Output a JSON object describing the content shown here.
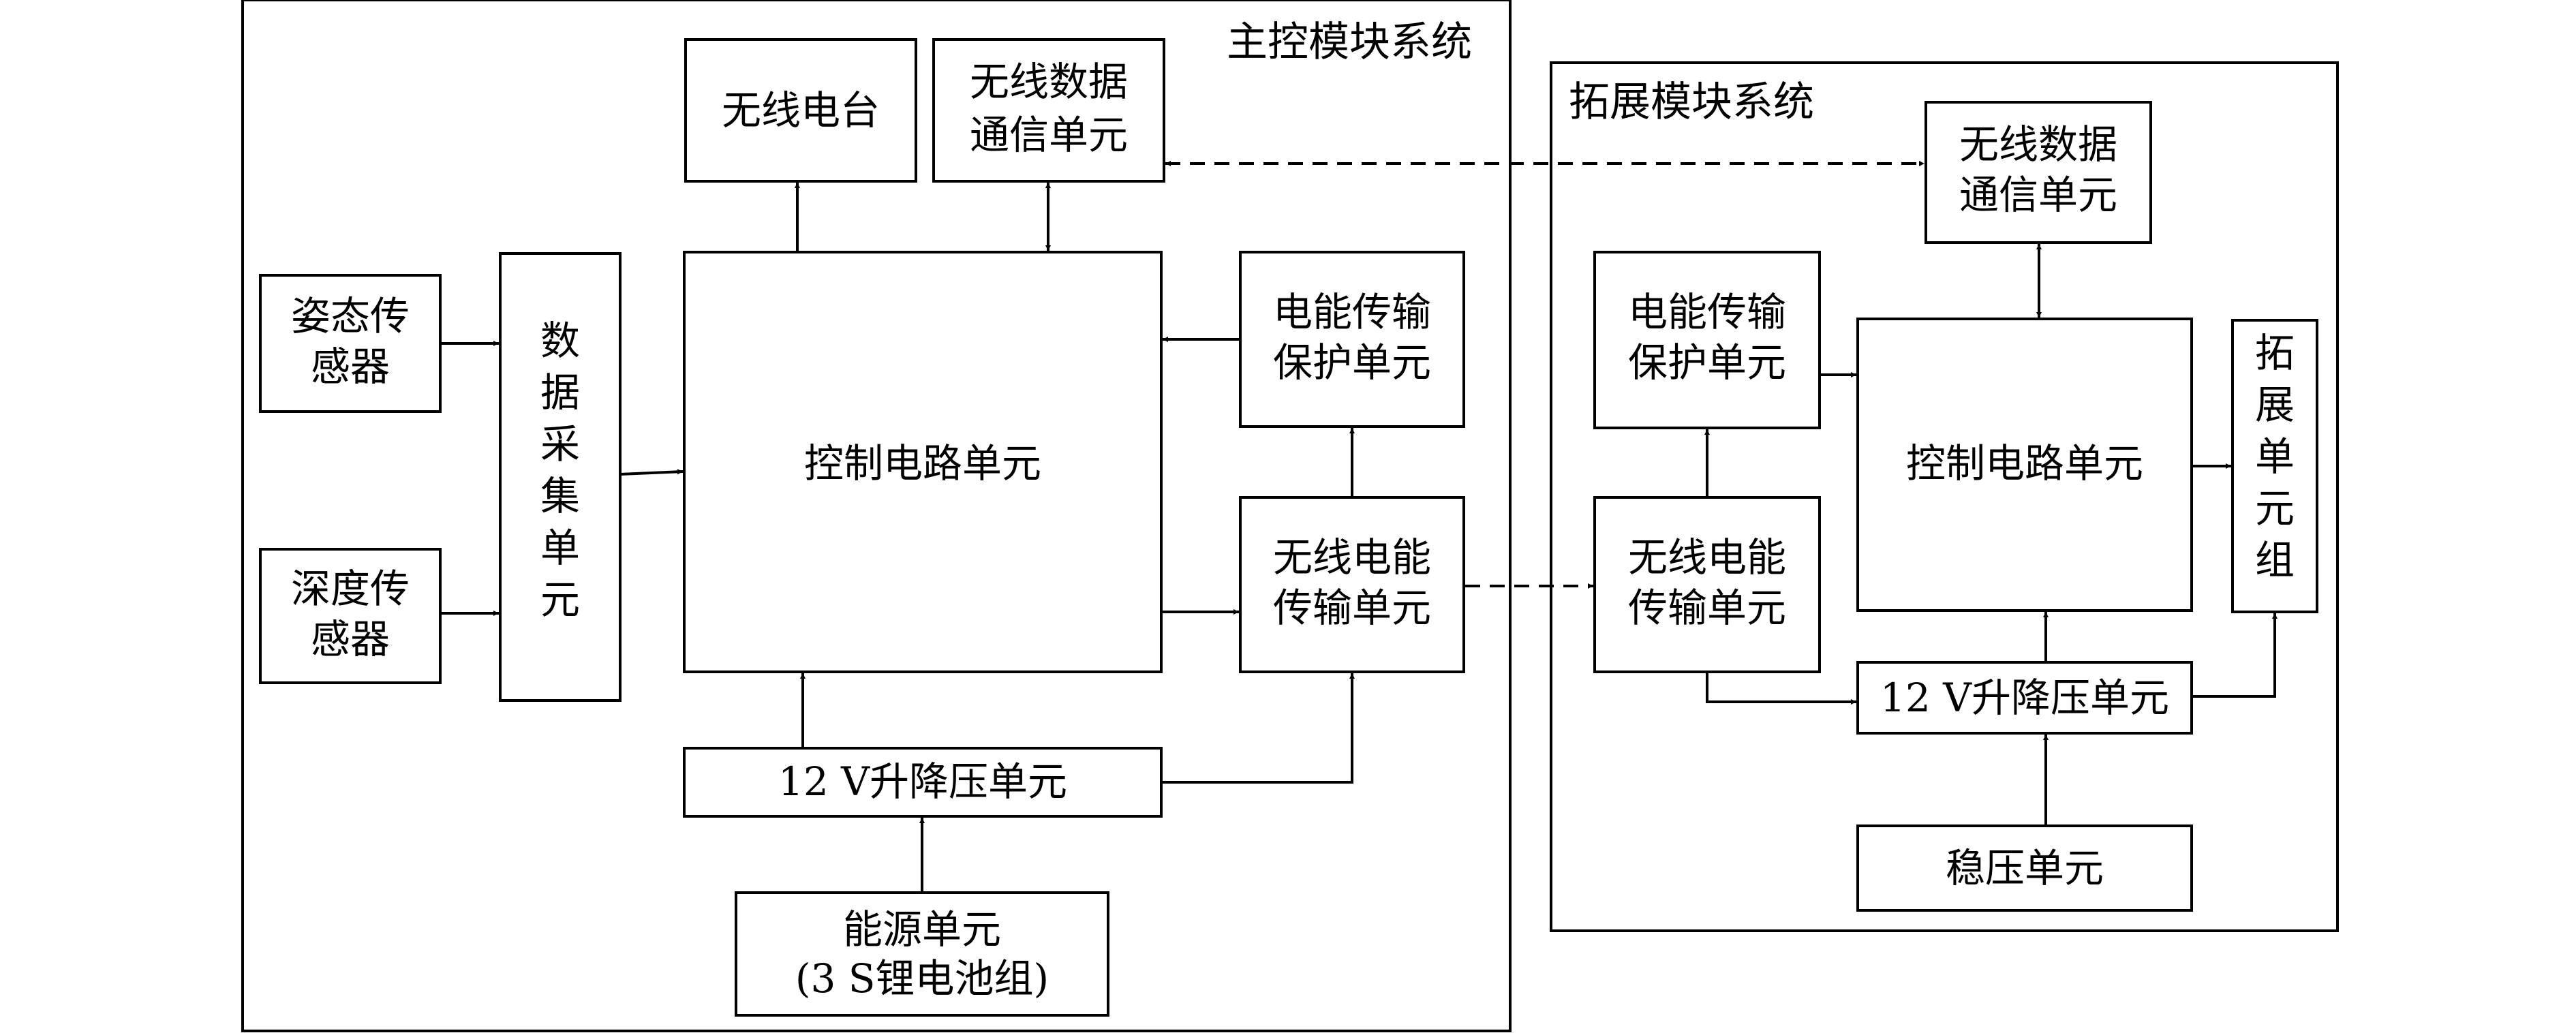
{
  "main_system": {
    "title": "主控模块系统",
    "radio": "无线电台",
    "wireless_data_comm": [
      "无线数据",
      "通信单元"
    ],
    "attitude_sensor": [
      "姿态传",
      "感器"
    ],
    "depth_sensor": [
      "深度传",
      "感器"
    ],
    "data_acquisition": [
      "数",
      "据",
      "采",
      "集",
      "单",
      "元"
    ],
    "control_circuit": "控制电路单元",
    "power_transfer_protection": [
      "电能传输",
      "保护单元"
    ],
    "wireless_power_transfer": [
      "无线电能",
      "传输单元"
    ],
    "buck_boost": "12 V升降压单元",
    "energy_unit": [
      "能源单元",
      "(3 S锂电池组)"
    ]
  },
  "expansion_system": {
    "title": "拓展模块系统",
    "wireless_data_comm": [
      "无线数据",
      "通信单元"
    ],
    "power_transfer_protection": [
      "电能传输",
      "保护单元"
    ],
    "control_circuit": "控制电路单元",
    "expansion_group": [
      "拓",
      "展",
      "单",
      "元",
      "组"
    ],
    "wireless_power_transfer": [
      "无线电能",
      "传输单元"
    ],
    "buck_boost": "12 V升降压单元",
    "regulator": "稳压单元"
  }
}
